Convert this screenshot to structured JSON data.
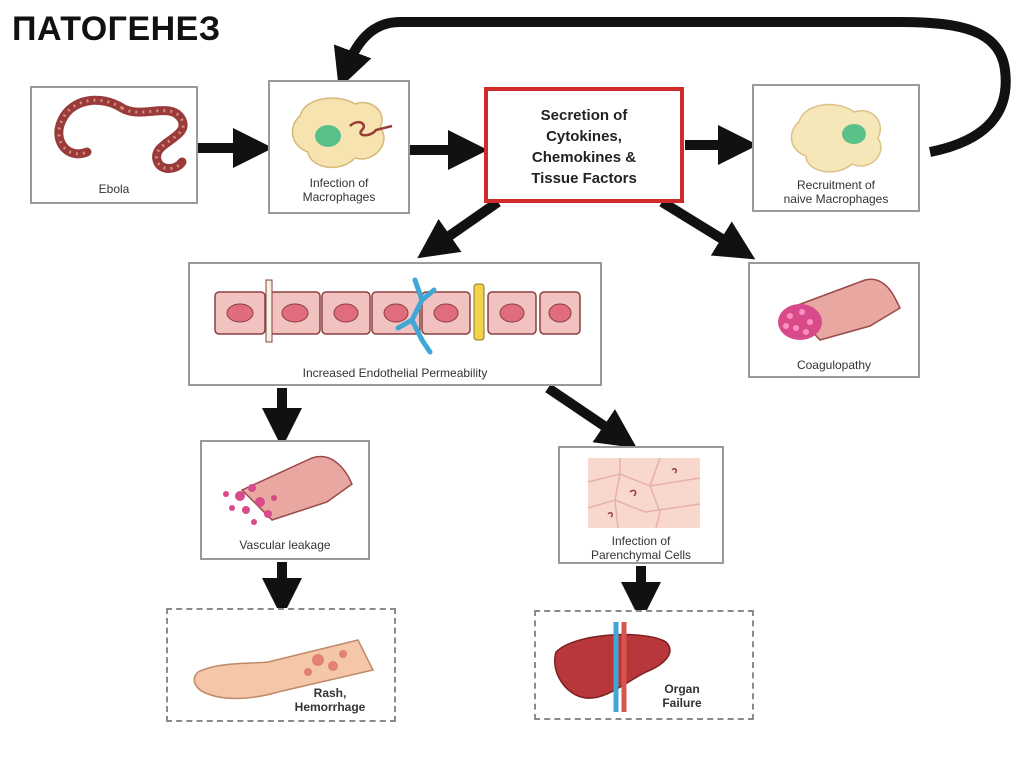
{
  "slide_title": "ПАТОГЕНЕЗ",
  "nodes": {
    "ebola": "Ebola",
    "infection_macrophages": [
      "Infection of",
      "Macrophages"
    ],
    "secretion": [
      "Secretion of",
      "Cytokines,",
      "Chemokines &",
      "Tissue Factors"
    ],
    "recruitment": [
      "Recruitment of",
      "naive Macrophages"
    ],
    "permeability": "Increased Endothelial Permeability",
    "coagulopathy": "Coagulopathy",
    "vascular_leakage": "Vascular leakage",
    "parenchymal": [
      "Infection of",
      "Parenchymal Cells"
    ],
    "rash": [
      "Rash,",
      "Hemorrhage"
    ],
    "organ": [
      "Organ",
      "Failure"
    ]
  },
  "colors": {
    "highlight_border": "#d02a2a",
    "arrow": "#111111"
  }
}
